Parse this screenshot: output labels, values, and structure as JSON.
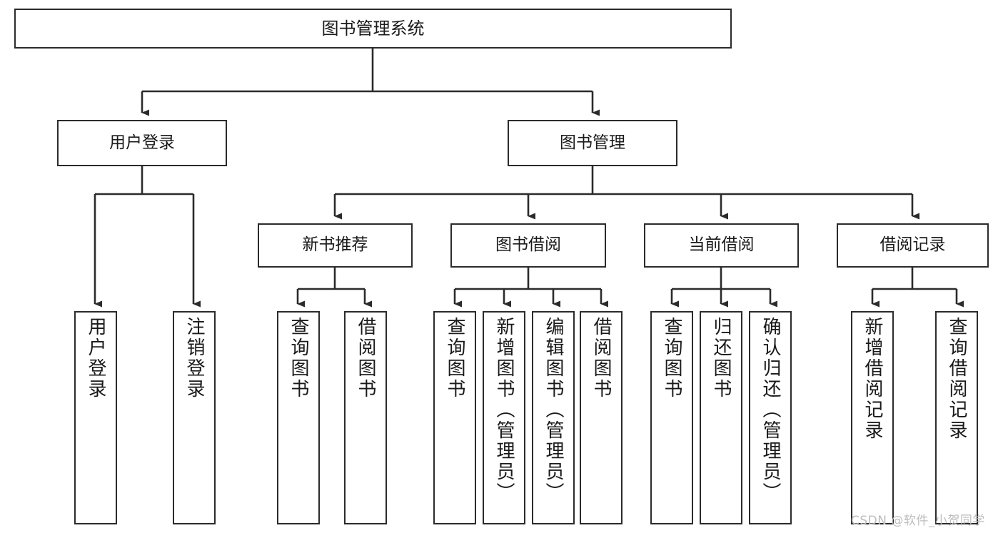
{
  "diagram": {
    "type": "tree-hierarchy",
    "title": "图书管理系统",
    "orientation": "top-down",
    "root": {
      "label": "图书管理系统"
    },
    "level1": [
      {
        "label": "用户登录"
      },
      {
        "label": "图书管理"
      }
    ],
    "level2": [
      {
        "label": "新书推荐"
      },
      {
        "label": "图书借阅"
      },
      {
        "label": "当前借阅"
      },
      {
        "label": "借阅记录"
      }
    ],
    "leaves": {
      "user_login": [
        {
          "label": "用户登录"
        },
        {
          "label": "注销登录"
        }
      ],
      "new_book_recommend": [
        {
          "label": "查询图书"
        },
        {
          "label": "借阅图书"
        }
      ],
      "book_borrow": [
        {
          "label": "查询图书"
        },
        {
          "label": "新增图书（管理员）"
        },
        {
          "label": "编辑图书（管理员）"
        },
        {
          "label": "借阅图书"
        }
      ],
      "current_borrow": [
        {
          "label": "查询图书"
        },
        {
          "label": "归还图书"
        },
        {
          "label": "确认归还（管理员）"
        }
      ],
      "borrow_record": [
        {
          "label": "新增借阅记录"
        },
        {
          "label": "查询借阅记录"
        }
      ]
    },
    "watermark": "CSDN @软件_小贺同学",
    "colors": {
      "stroke": "#2b2b2b",
      "box_fill": "#ffffff",
      "text": "#1a1a1a",
      "watermark": "#bdbdbd",
      "background": "#ffffff"
    }
  }
}
